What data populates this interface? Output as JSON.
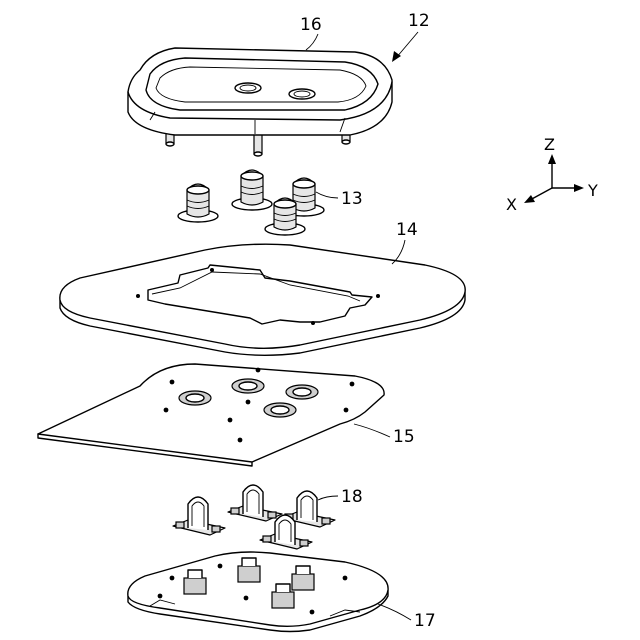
{
  "labels": {
    "cover_upper": "16",
    "assembly": "12",
    "connectors": "13",
    "gasket_plate": "14",
    "circuit_board": "15",
    "clips": "18",
    "base_plate": "17"
  },
  "axes": {
    "z": "Z",
    "x": "X",
    "y": "Y"
  }
}
